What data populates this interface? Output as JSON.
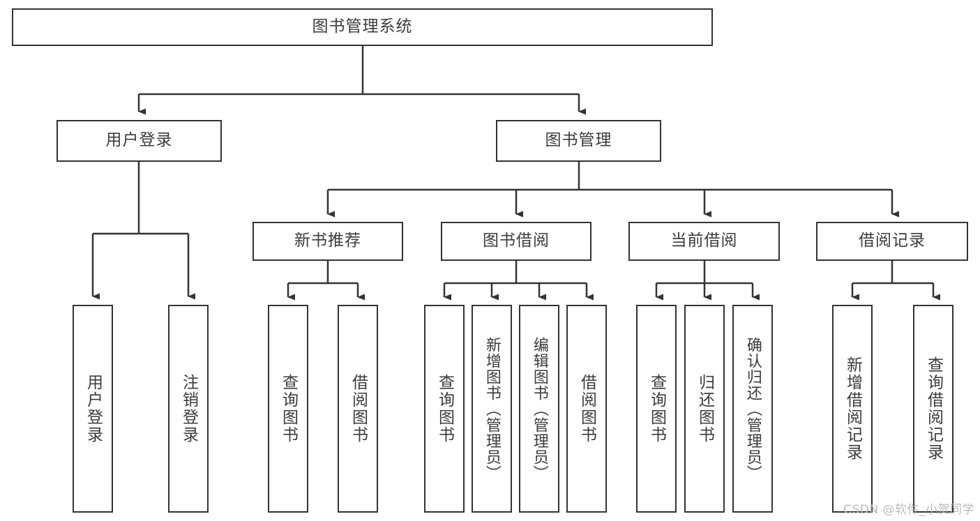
{
  "diagram": {
    "title": "图书管理系统",
    "watermark": "CSDN @软件_小贺同学",
    "colors": {
      "stroke": "#333333",
      "box_fill": "#ffffff",
      "text": "#3b3b3b",
      "watermark": "#b9b9b9",
      "background": "#ffffff"
    },
    "root": {
      "label": "图书管理系统"
    },
    "level2": [
      {
        "id": "user-login",
        "label": "用户登录"
      },
      {
        "id": "book-manage",
        "label": "图书管理"
      }
    ],
    "level3": [
      {
        "id": "new-book-recommend",
        "label": "新书推荐"
      },
      {
        "id": "book-borrow",
        "label": "图书借阅"
      },
      {
        "id": "current-borrow",
        "label": "当前借阅"
      },
      {
        "id": "borrow-record",
        "label": "借阅记录"
      }
    ],
    "leaves": {
      "user_login": [
        {
          "id": "leaf-user-login",
          "label": "用户登录"
        },
        {
          "id": "leaf-logout-login",
          "label": "注销登录"
        }
      ],
      "new_book_recommend": [
        {
          "id": "leaf-query-book-1",
          "label": "查询图书"
        },
        {
          "id": "leaf-borrow-book-1",
          "label": "借阅图书"
        }
      ],
      "book_borrow": [
        {
          "id": "leaf-query-book-2",
          "label": "查询图书"
        },
        {
          "id": "leaf-add-book-admin",
          "label": "新增图书（管理员）"
        },
        {
          "id": "leaf-edit-book-admin",
          "label": "编辑图书（管理员）"
        },
        {
          "id": "leaf-borrow-book-2",
          "label": "借阅图书"
        }
      ],
      "current_borrow": [
        {
          "id": "leaf-query-book-3",
          "label": "查询图书"
        },
        {
          "id": "leaf-return-book",
          "label": "归还图书"
        },
        {
          "id": "leaf-confirm-return-admin",
          "label": "确认归还（管理员）"
        }
      ],
      "borrow_record": [
        {
          "id": "leaf-add-borrow-record",
          "label": "新增借阅记录"
        },
        {
          "id": "leaf-query-borrow-record",
          "label": "查询借阅记录"
        }
      ]
    }
  }
}
